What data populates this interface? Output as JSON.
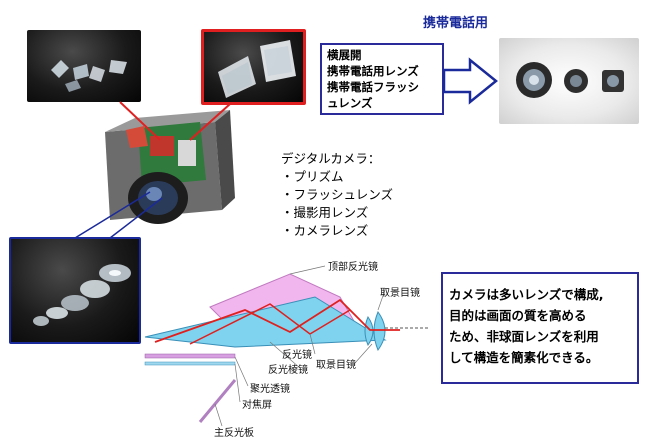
{
  "heading": "携帯電話用",
  "callout_lines": [
    "横展開",
    "携帯電話用レンズ",
    "携帯電話フラッシ",
    "ュレンズ"
  ],
  "camera_list": {
    "title": "デジタルカメラ：",
    "items": [
      "・プリズム",
      "・フラッシュレンズ",
      "・撮影用レンズ",
      "・カメラレンズ"
    ]
  },
  "note_lines": [
    "カメラは多いレンズで構成,",
    "目的は画面の質を高める",
    "ため、非球面レンズを利用",
    "して構造を簡素化できる。"
  ],
  "diagram_labels": {
    "top_mirror": "顶部反光镜",
    "viewfinder_eyepiece": "取景目镜",
    "reflector": "反光镜",
    "viewfinder_eyepiece_2": "取景目镜",
    "reflecting_prism": "反光棱镜",
    "condenser_lens": "聚光透镜",
    "focusing_screen": "对焦屏",
    "main_mirror": "主反光板"
  },
  "colors": {
    "accent_blue": "#1a2a9a",
    "box_border": "#2a2a9a",
    "photo_frame_red": "#e02020",
    "prism_pink": "#f2b6ee",
    "prism_blue": "#7fd3ee",
    "ray_red": "#e0201e"
  }
}
